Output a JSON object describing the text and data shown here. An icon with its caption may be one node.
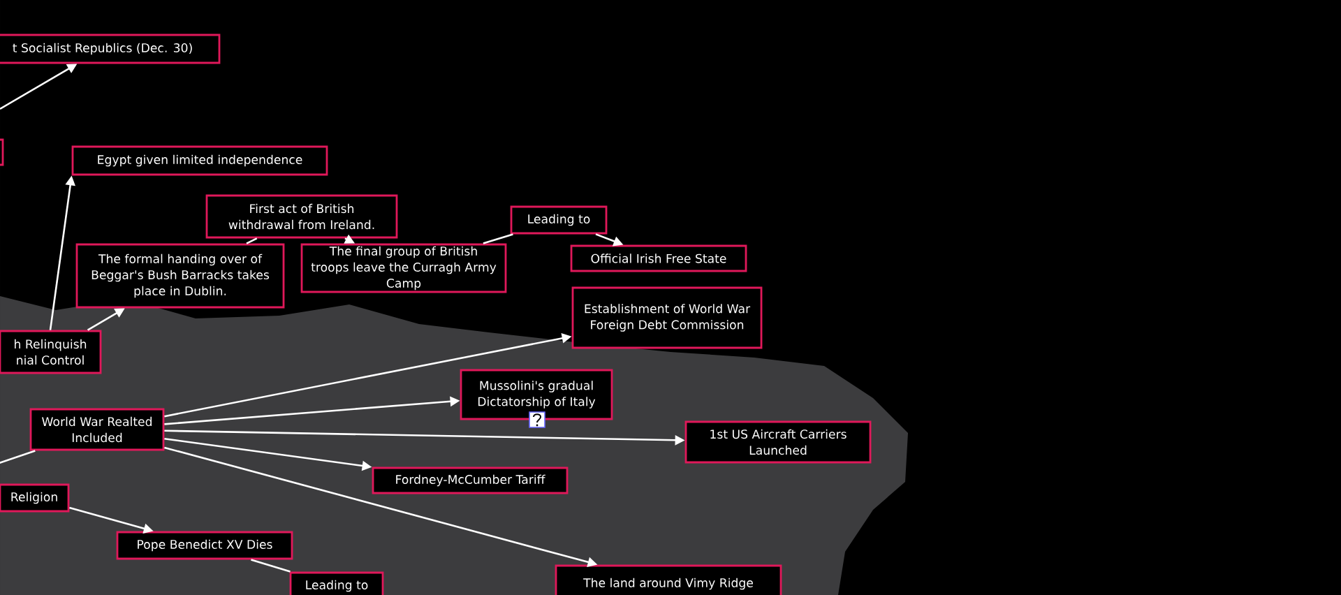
{
  "diagram": {
    "nodes": [
      {
        "text": [
          "t Socialist Republics (Dec. 30)"
        ]
      },
      {
        "text": [],
        "shape": "box"
      },
      {
        "text": [
          "Egypt given limited independence"
        ]
      },
      {
        "text": [
          "h Relinquish nial Control"
        ]
      },
      {
        "text": [
          "The formal handing over of Beggar's Bush Barracks takes place in Dublin."
        ]
      },
      {
        "text": [
          "First act of British withdrawal from Ireland."
        ]
      },
      {
        "text": [
          "The final group of British troops leave the Curragh Army Camp"
        ]
      },
      {
        "text": [
          "Leading to"
        ]
      },
      {
        "text": [
          "Official Irish Free State"
        ]
      },
      {
        "text": [
          "Establishment of World War Foreign Debt Commission"
        ]
      },
      {
        "text": [
          "World War Realted Included"
        ]
      },
      {
        "text": [
          "Mussolini's gradual Dictatorship of Italy"
        ]
      },
      {
        "text": [
          "1st US Aircraft Carriers Launched"
        ]
      },
      {
        "text": [
          "Fordney-McCumber Tariff"
        ]
      },
      {
        "text": [
          "Religion"
        ]
      },
      {
        "text": [
          "Pope Benedict XV Dies"
        ]
      },
      {
        "text": [
          "Leading to"
        ]
      },
      {
        "text": [
          "The land around Vimy Ridge"
        ]
      }
    ],
    "edges": [
      {
        "from": null,
        "to": 0,
        "arrow": "to"
      },
      {
        "from": 3,
        "to": 2,
        "arrow": "to"
      },
      {
        "from": 3,
        "to": 4,
        "arrow": "to"
      },
      {
        "from": 4,
        "to": 5,
        "arrow": "none"
      },
      {
        "from": 5,
        "to": 6,
        "arrow": "to"
      },
      {
        "from": 6,
        "to": 7,
        "arrow": "none"
      },
      {
        "from": 7,
        "to": 8,
        "arrow": "to"
      },
      {
        "from": 10,
        "to": 9,
        "arrow": "to"
      },
      {
        "from": 10,
        "to": 11,
        "arrow": "to"
      },
      {
        "from": 10,
        "to": 12,
        "arrow": "to"
      },
      {
        "from": 10,
        "to": 13,
        "arrow": "to"
      },
      {
        "from": 10,
        "to": 17,
        "arrow": "to"
      },
      {
        "from": null,
        "to": 10,
        "arrow": "none"
      },
      {
        "from": 14,
        "to": 15,
        "arrow": "to"
      },
      {
        "from": 15,
        "to": 16,
        "arrow": "none"
      }
    ]
  }
}
